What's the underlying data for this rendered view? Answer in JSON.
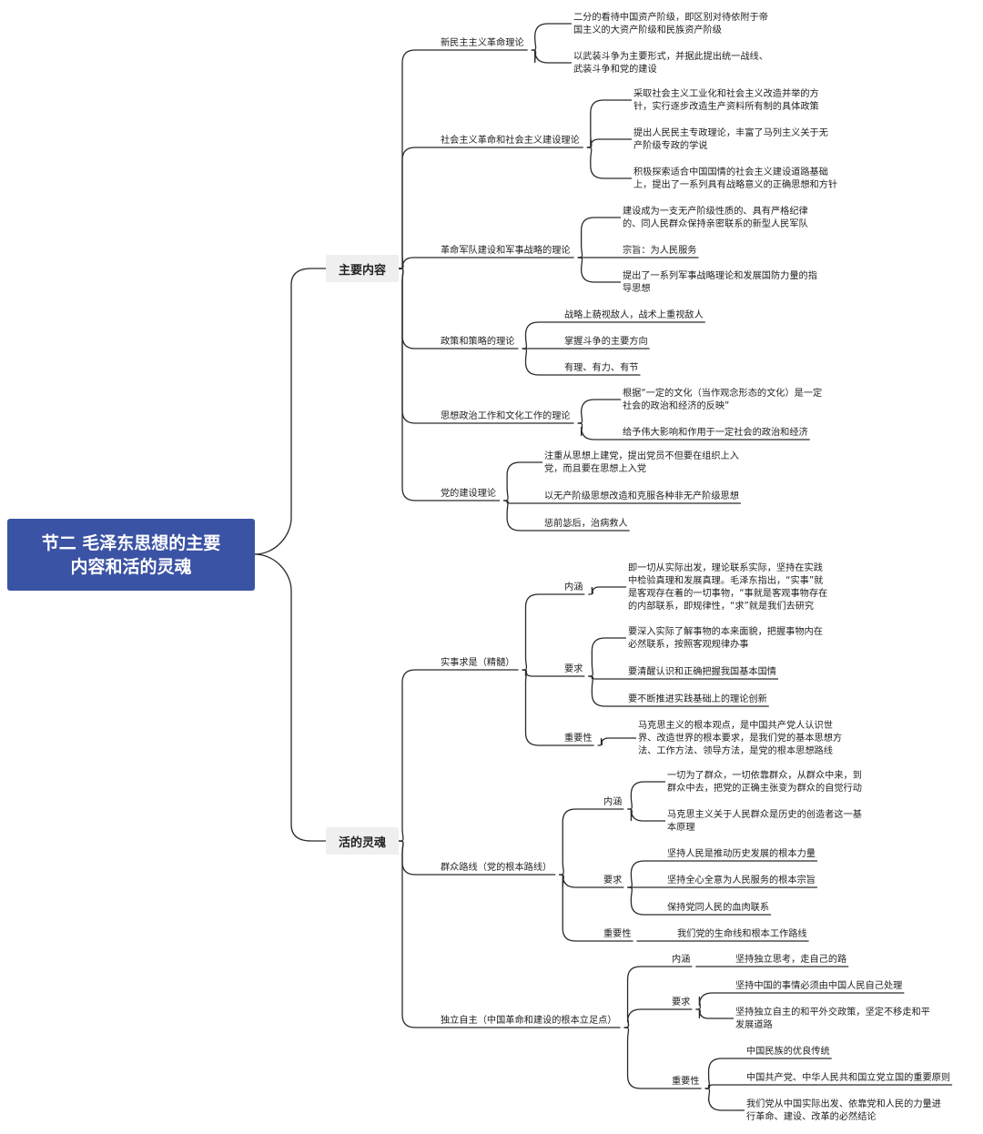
{
  "root": {
    "title": "节二  毛泽东思想的主要\n内容和活的灵魂"
  },
  "main_topics": [
    {
      "label": "主要内容",
      "children": [
        {
          "label": "新民主主义革命理论",
          "children": [
            {
              "label": "二分的看待中国资产阶级，即区别对待依附于帝\n国主义的大资产阶级和民族资产阶级"
            },
            {
              "label": "以武装斗争为主要形式，并据此提出统一战线、\n武装斗争和党的建设"
            }
          ]
        },
        {
          "label": "社会主义革命和社会主义建设理论",
          "children": [
            {
              "label": "采取社会主义工业化和社会主义改造并举的方\n针，实行逐步改造生产资料所有制的具体政策"
            },
            {
              "label": "提出人民民主专政理论，丰富了马列主义关于无\n产阶级专政的学说"
            },
            {
              "label": "积极探索适合中国国情的社会主义建设道路基础\n上，提出了一系列具有战略意义的正确思想和方针"
            }
          ]
        },
        {
          "label": "革命军队建设和军事战略的理论",
          "children": [
            {
              "label": "建设成为一支无产阶级性质的、具有严格纪律\n的、同人民群众保持亲密联系的新型人民军队"
            },
            {
              "label": "宗旨：为人民服务"
            },
            {
              "label": "提出了一系列军事战略理论和发展国防力量的指\n导思想"
            }
          ]
        },
        {
          "label": "政策和策略的理论",
          "children": [
            {
              "label": "战略上藐视敌人，战术上重视敌人"
            },
            {
              "label": "掌握斗争的主要方向"
            },
            {
              "label": "有理、有力、有节"
            }
          ]
        },
        {
          "label": "思想政治工作和文化工作的理论",
          "children": [
            {
              "label": "根据“一定的文化（当作观念形态的文化）是一定\n社会的政治和经济的反映”"
            },
            {
              "label": "给予伟大影响和作用于一定社会的政治和经济"
            }
          ]
        },
        {
          "label": "党的建设理论",
          "children": [
            {
              "label": "注重从思想上建党，提出党员不但要在组织上入\n党，而且要在思想上入党"
            },
            {
              "label": "以无产阶级思想改造和克服各种非无产阶级思想"
            },
            {
              "label": "惩前毖后，治病救人"
            }
          ]
        }
      ]
    },
    {
      "label": "活的灵魂",
      "children": [
        {
          "label": "实事求是（精髓）",
          "children": [
            {
              "label": "内涵",
              "children": [
                {
                  "label": "即一切从实际出发，理论联系实际，坚持在实践\n中检验真理和发展真理。毛泽东指出，“实事”就\n是客观存在着的一切事物，“事就是客观事物存在\n的内部联系，即规律性，“求”就是我们去研究"
                }
              ]
            },
            {
              "label": "要求",
              "children": [
                {
                  "label": "要深入实际了解事物的本来面貌，把握事物内在\n必然联系，按照客观规律办事"
                },
                {
                  "label": "要清醒认识和正确把握我国基本国情"
                },
                {
                  "label": "要不断推进实践基础上的理论创新"
                }
              ]
            },
            {
              "label": "重要性",
              "children": [
                {
                  "label": "马克思主义的根本观点，是中国共产党人认识世\n界、改造世界的根本要求，是我们党的基本思想方\n法、工作方法、领导方法，是党的根本思想路线"
                }
              ]
            }
          ]
        },
        {
          "label": "群众路线（党的根本路线）",
          "children": [
            {
              "label": "内涵",
              "children": [
                {
                  "label": "一切为了群众，一切依靠群众，从群众中来，到\n群众中去，把党的正确主张变为群众的自觉行动"
                },
                {
                  "label": "马克思主义关于人民群众是历史的创造者这一基\n本原理"
                }
              ]
            },
            {
              "label": "要求",
              "children": [
                {
                  "label": "坚持人民是推动历史发展的根本力量"
                },
                {
                  "label": "坚持全心全意为人民服务的根本宗旨"
                },
                {
                  "label": "保持党同人民的血肉联系"
                }
              ]
            },
            {
              "label": "重要性",
              "children": [
                {
                  "label": "我们党的生命线和根本工作路线"
                }
              ]
            }
          ]
        },
        {
          "label": "独立自主（中国革命和建设的根本立足点）",
          "children": [
            {
              "label": "内涵",
              "children": [
                {
                  "label": "坚持独立思考，走自己的路"
                }
              ]
            },
            {
              "label": "要求",
              "children": [
                {
                  "label": "坚持中国的事情必须由中国人民自己处理"
                },
                {
                  "label": "坚持独立自主的和平外交政策，坚定不移走和平\n发展道路"
                }
              ]
            },
            {
              "label": "重要性",
              "children": [
                {
                  "label": "中国民族的优良传统"
                },
                {
                  "label": "中国共产党、中华人民共和国立党立国的重要原则"
                },
                {
                  "label": "我们党从中国实际出发、依靠党和人民的力量进\n行革命、建设、改革的必然结论"
                }
              ]
            }
          ]
        }
      ]
    }
  ]
}
